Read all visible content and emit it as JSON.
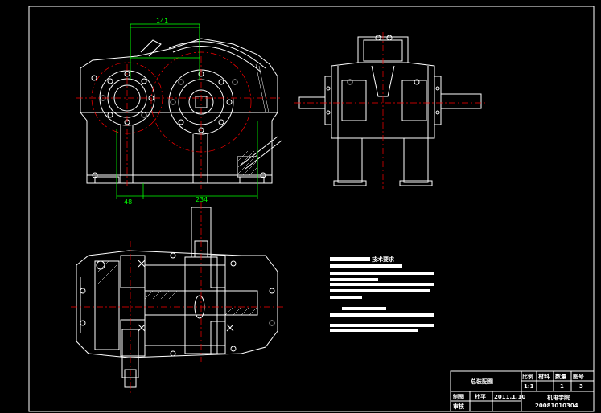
{
  "colors": {
    "background": "#000000",
    "outline": "#ffffff",
    "dimension": "#00ff00",
    "centerline": "#ff0000",
    "frame": "#ffffff"
  },
  "dimensions": {
    "top_width": "141",
    "bottom_left": "48",
    "bottom_total": "234"
  },
  "notes": {
    "title": "技术要求"
  },
  "title_block": {
    "drawing_title": "总装配图",
    "scale_label": "比例",
    "material_label": "材料",
    "quantity_label": "数量",
    "sheet_no_label": "图号",
    "scale_value": "1:1",
    "quantity_value": "1",
    "sheet_value": "3",
    "drawn_label": "制图",
    "drawn_by": "杜平",
    "drawn_date": "2011.1.10",
    "checked_label": "审核",
    "school": "机电学院",
    "student_no": "20081010304"
  }
}
